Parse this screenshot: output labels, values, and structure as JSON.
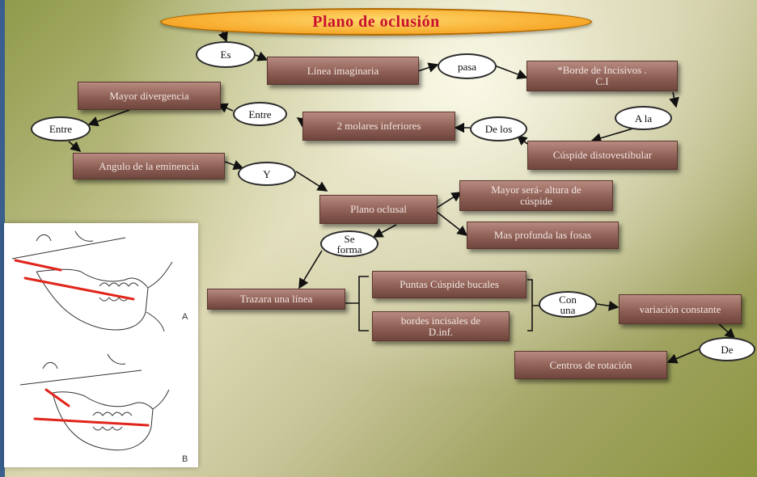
{
  "title": "Plano de oclusión",
  "boxes": {
    "linea": "Línea imaginaria",
    "borde": "*Borde de Incisivos .\nC.I",
    "mayor_div": "Mayor divergencia",
    "molares": "2 molares inferiores",
    "cuspide_distov": "Cúspide distovestibular",
    "angulo": "Angulo de la eminencia",
    "plano_oclusal": "Plano oclusal",
    "mayor_altura": "Mayor será- altura de\ncúspide",
    "fosas": "Mas profunda las fosas",
    "trazara": "Trazara una línea",
    "puntas": "Puntas Cúspide bucales",
    "bordes": "bordes incisales  de\nD.inf.",
    "variacion": "variación constante",
    "centros": "Centros de rotación"
  },
  "ovals": {
    "es": "Es",
    "pasa": "pasa",
    "a_la": "A la",
    "entre1": "Entre",
    "de_los": "De los",
    "entre2": "Entre",
    "y": "Y",
    "se_forma": "Se\nforma",
    "con_una": "Con\nuna",
    "de": "De"
  },
  "figure": {
    "label_a": "A",
    "label_b": "B"
  },
  "colors": {
    "title_fill": "#f7a92b",
    "title_text": "#c8102e",
    "box_fill": "#8e5f55",
    "line_red": "#e0251b"
  }
}
